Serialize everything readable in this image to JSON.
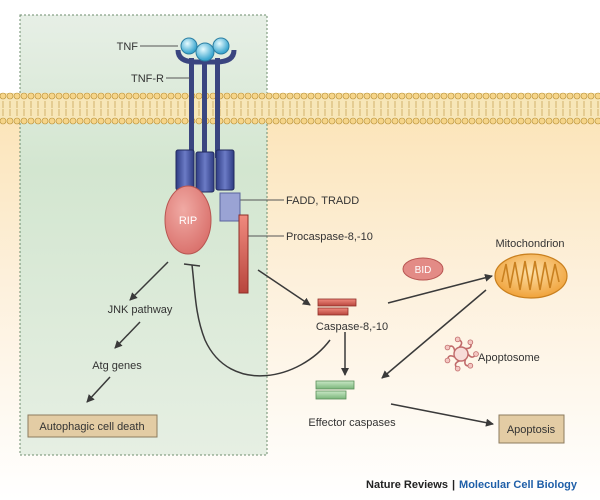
{
  "labels": {
    "tnf": "TNF",
    "tnf_r": "TNF-R",
    "fadd_tradd": "FADD, TRADD",
    "rip": "RIP",
    "procaspase": "Procaspase-8,-10",
    "mitochondrion": "Mitochondrion",
    "bid": "BID",
    "jnk_pathway": "JNK pathway",
    "caspase": "Caspase-8,-10",
    "apoptosome": "Apoptosome",
    "atg_genes": "Atg genes",
    "autophagic_cell_death": "Autophagic cell death",
    "effector_caspases": "Effector caspases",
    "apoptosis": "Apoptosis"
  },
  "footer": {
    "publisher": "Nature Reviews",
    "separator": "|",
    "journal": "Molecular Cell Biology"
  },
  "colors": {
    "membrane": "#f2d690",
    "autophagy_panel": "#cfe3cc",
    "apoptosis_panel": "#fbe6c3",
    "receptor": "#3f4f9c",
    "rip": "#e38b86",
    "caspase": "#d66358",
    "effector": "#9ccc9c",
    "mitochondrion": "#f2a83e",
    "journal_blue": "#1f5fa8"
  }
}
